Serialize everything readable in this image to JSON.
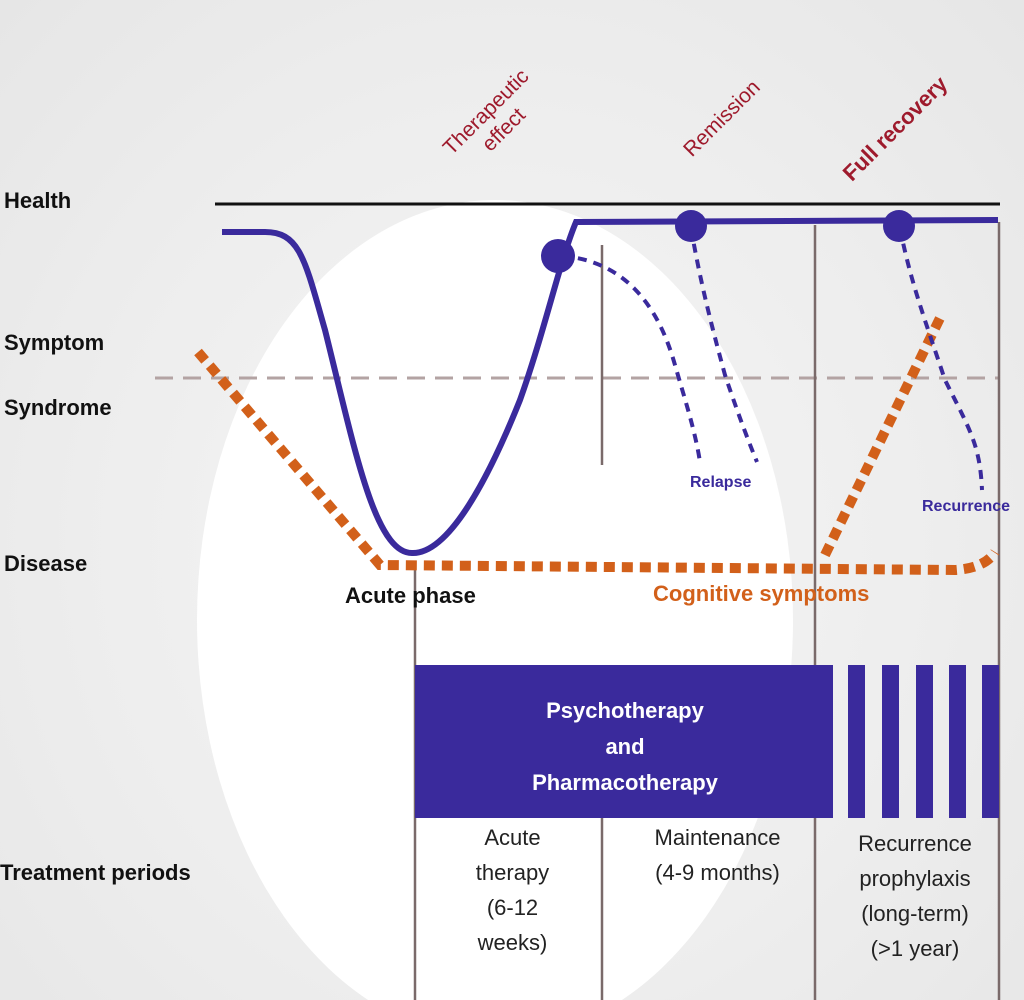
{
  "labels": {
    "health": "Health",
    "symptom": "Symptom",
    "syndrome": "Syndrome",
    "disease": "Disease",
    "treatment_periods": "Treatment periods"
  },
  "milestones": {
    "therapeutic_effect": "Therapeutic\neffect",
    "remission": "Remission",
    "full_recovery": "Full recovery"
  },
  "events": {
    "relapse": "Relapse",
    "recurrence": "Recurrence"
  },
  "phases": {
    "acute_phase": "Acute phase",
    "cognitive_symptoms": "Cognitive symptoms"
  },
  "therapy_bar": {
    "label": "Psychotherapy\nand\nPharmacotherapy"
  },
  "periods": {
    "acute": "Acute\ntherapy\n(6-12\nweeks)",
    "maintenance": "Maintenance\n(4-9 months)",
    "prophylaxis": "Recurrence\nprophylaxis\n(long-term)\n(>1 year)"
  },
  "colors": {
    "course_line": "#3a2a9c",
    "cognitive_line": "#d2601a",
    "milestone_text": "#9e1a2c",
    "therapy_bar": "#3a2a9c",
    "background_oval": "#ffffff",
    "divider": "#7a6a6a"
  }
}
